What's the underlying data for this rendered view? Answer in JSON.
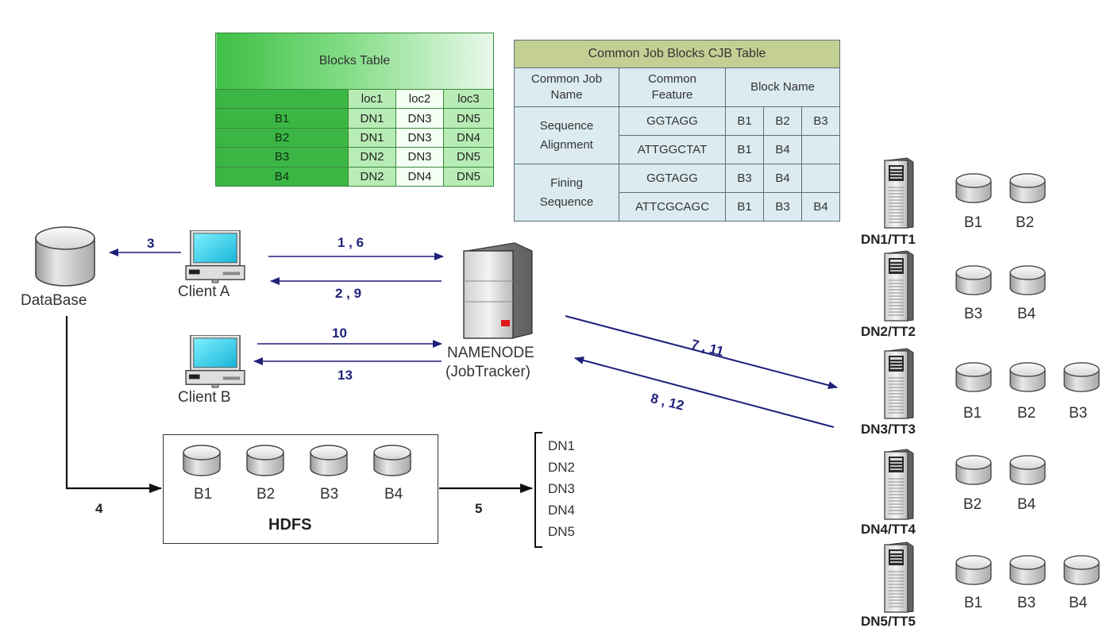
{
  "blocks_table": {
    "title": "Blocks Table",
    "columns": [
      "loc1",
      "loc2",
      "loc3"
    ],
    "rows": [
      {
        "block": "B1",
        "locs": [
          "DN1",
          "DN3",
          "DN5"
        ]
      },
      {
        "block": "B2",
        "locs": [
          "DN1",
          "DN3",
          "DN4"
        ]
      },
      {
        "block": "B3",
        "locs": [
          "DN2",
          "DN3",
          "DN5"
        ]
      },
      {
        "block": "B4",
        "locs": [
          "DN2",
          "DN4",
          "DN5"
        ]
      }
    ]
  },
  "cjb_table": {
    "title": "Common Job Blocks CJB Table",
    "headers": {
      "job": "Common Job\nName",
      "feature": "Common\nFeature",
      "blocks": "Block Name"
    },
    "groups": [
      {
        "job": "Sequence\nAlignment",
        "rows": [
          {
            "feature": "GGTAGG",
            "blocks": [
              "B1",
              "B2",
              "B3"
            ]
          },
          {
            "feature": "ATTGGCTAT",
            "blocks": [
              "B1",
              "B4",
              ""
            ]
          }
        ]
      },
      {
        "job": "Fining\nSequence",
        "rows": [
          {
            "feature": "GGTAGG",
            "blocks": [
              "B3",
              "B4",
              ""
            ]
          },
          {
            "feature": "ATTCGCAGC",
            "blocks": [
              "B1",
              "B3",
              "B4"
            ]
          }
        ]
      }
    ]
  },
  "nodes": {
    "database": "DataBase",
    "client_a": "Client A",
    "client_b": "Client B",
    "namenode_line1": "NAMENODE",
    "namenode_line2": "(JobTracker)",
    "hdfs": "HDFS"
  },
  "hdfs_blocks": [
    "B1",
    "B2",
    "B3",
    "B4"
  ],
  "hdfs_targets": [
    "DN1",
    "DN2",
    "DN3",
    "DN4",
    "DN5"
  ],
  "arrow_labels": {
    "db_client": "3",
    "a_to_nn": "1 , 6",
    "nn_to_a": "2 , 9",
    "b_to_nn": "10",
    "nn_to_b": "13",
    "nn_to_dn": "7 , 11",
    "dn_to_nn": "8 , 12",
    "db_to_hdfs": "4",
    "hdfs_to_dn": "5"
  },
  "datanodes": [
    {
      "name": "DN1/TT1",
      "blocks": [
        "B1",
        "B2"
      ]
    },
    {
      "name": "DN2/TT2",
      "blocks": [
        "B3",
        "B4"
      ]
    },
    {
      "name": "DN3/TT3",
      "blocks": [
        "B1",
        "B2",
        "B3"
      ]
    },
    {
      "name": "DN4/TT4",
      "blocks": [
        "B2",
        "B4"
      ]
    },
    {
      "name": "DN5/TT5",
      "blocks": [
        "B1",
        "B3",
        "B4"
      ]
    }
  ]
}
